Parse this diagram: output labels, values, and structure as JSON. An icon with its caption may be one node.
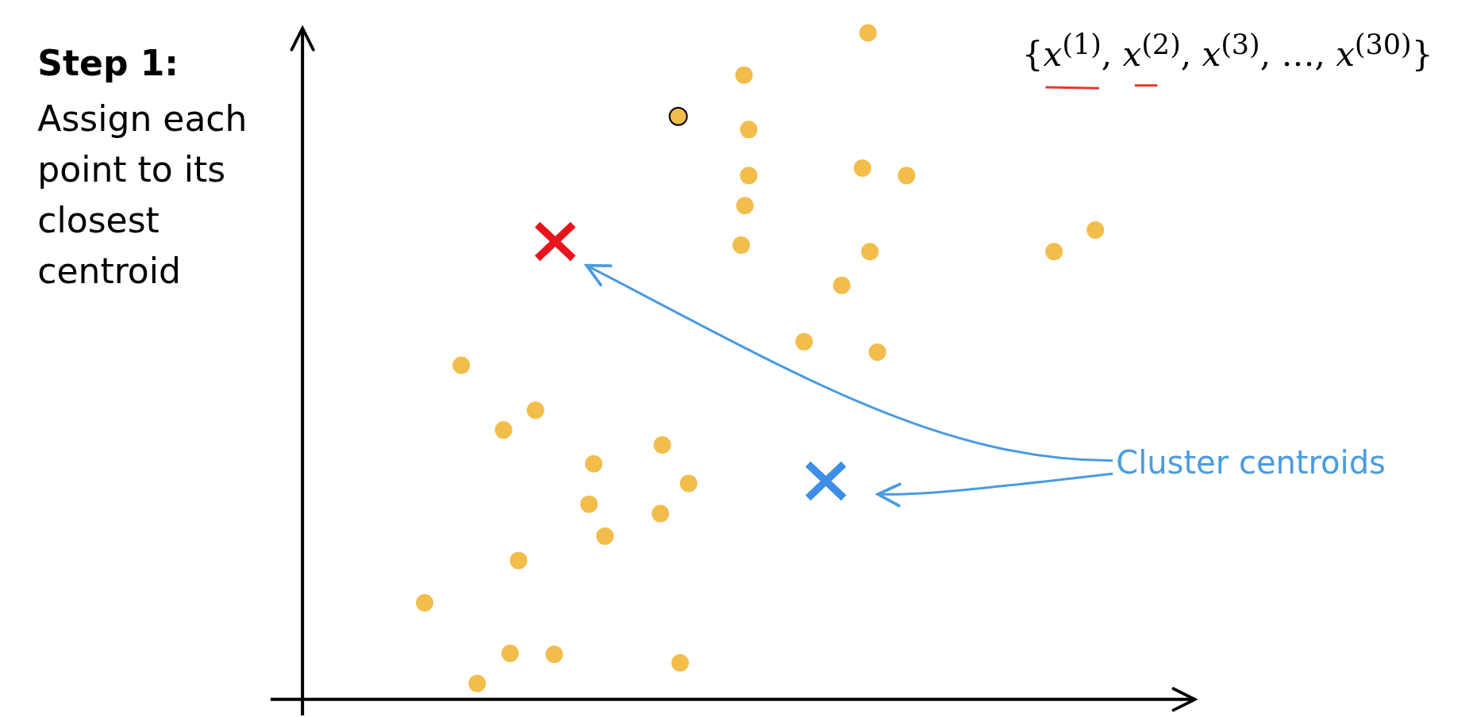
{
  "diagram": {
    "nodes": [
      {
        "text": [
          "Cluster centroids"
        ]
      },
      {
        "text": [],
        "shape": "cross"
      },
      {
        "text": [],
        "shape": "cross"
      }
    ],
    "edges": [
      {
        "from": 0,
        "to": 1,
        "arrow": "to"
      },
      {
        "from": 0,
        "to": 2,
        "arrow": "to"
      }
    ],
    "labels": [
      "Step 1:",
      "Assign each point to its closest centroid",
      "{*x*$^{(1)}$, *x*$^{(2)}$, *x*$^{(3)}$, …, *x*$^{(30)}$}"
    ]
  }
}
